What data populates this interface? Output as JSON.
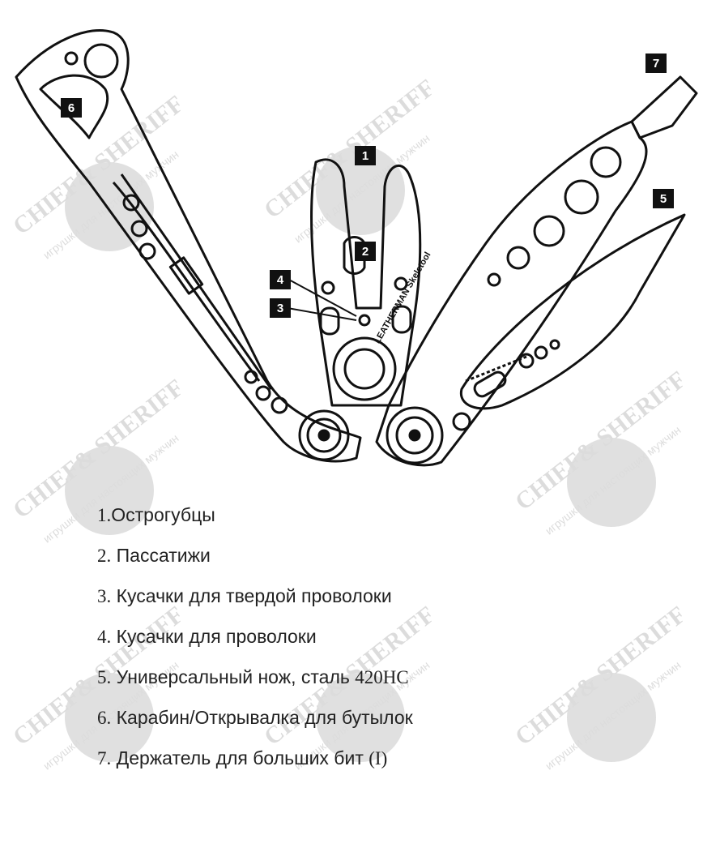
{
  "callouts": [
    "1",
    "2",
    "3",
    "4",
    "5",
    "6",
    "7"
  ],
  "brand_on_tool": "LEATHERMAN Skeletool",
  "legend": [
    {
      "num": "1.",
      "text": "Острогубцы",
      "extra": ""
    },
    {
      "num": "2.",
      "text": " Пассатижи",
      "extra": ""
    },
    {
      "num": "3.",
      "text": " Кусачки для твердой проволоки",
      "extra": ""
    },
    {
      "num": "4.",
      "text": " Кусачки для проволоки",
      "extra": ""
    },
    {
      "num": "5.",
      "text": " Универсальный нож, сталь ",
      "extra": "420HC"
    },
    {
      "num": "6.",
      "text": " Карабин/Открывалка для бутылок",
      "extra": ""
    },
    {
      "num": "7.",
      "text": " Держатель для больших бит ",
      "extra": "(I)"
    }
  ],
  "watermark": {
    "title": "CHIEF& SHERIFF",
    "subtitle": "игрушки для настоящих мужчин"
  }
}
